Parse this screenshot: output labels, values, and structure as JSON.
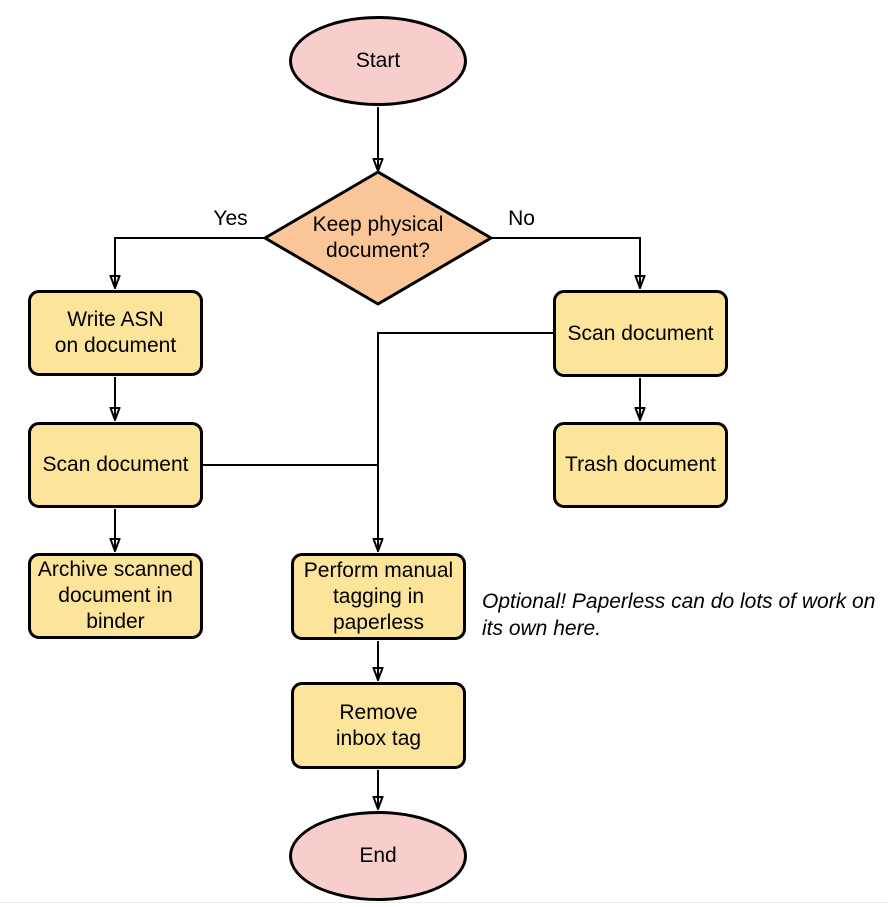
{
  "palette": {
    "terminal_fill": "#f8cecc",
    "decision_fill": "#fac698",
    "process_fill": "#fce49a",
    "stroke": "#000000",
    "rule_color": "#e9ece9"
  },
  "nodes": {
    "start": {
      "label": "Start",
      "type": "terminal"
    },
    "decision": {
      "label": "Keep physical\ndocument?",
      "type": "decision"
    },
    "write_asn": {
      "label": "Write ASN\non document",
      "type": "process"
    },
    "scan_left": {
      "label": "Scan document",
      "type": "process"
    },
    "archive": {
      "label": "Archive scanned\ndocument in\nbinder",
      "type": "process"
    },
    "scan_right": {
      "label": "Scan document",
      "type": "process"
    },
    "trash": {
      "label": "Trash document",
      "type": "process"
    },
    "tagging": {
      "label": "Perform manual\ntagging in\npaperless",
      "type": "process"
    },
    "remove_inbox": {
      "label": "Remove\ninbox tag",
      "type": "process"
    },
    "end": {
      "label": "End",
      "type": "terminal"
    }
  },
  "edge_labels": {
    "yes": "Yes",
    "no": "No"
  },
  "annotation": {
    "text": "Optional! Paperless can do lots of work on\nits own here."
  }
}
